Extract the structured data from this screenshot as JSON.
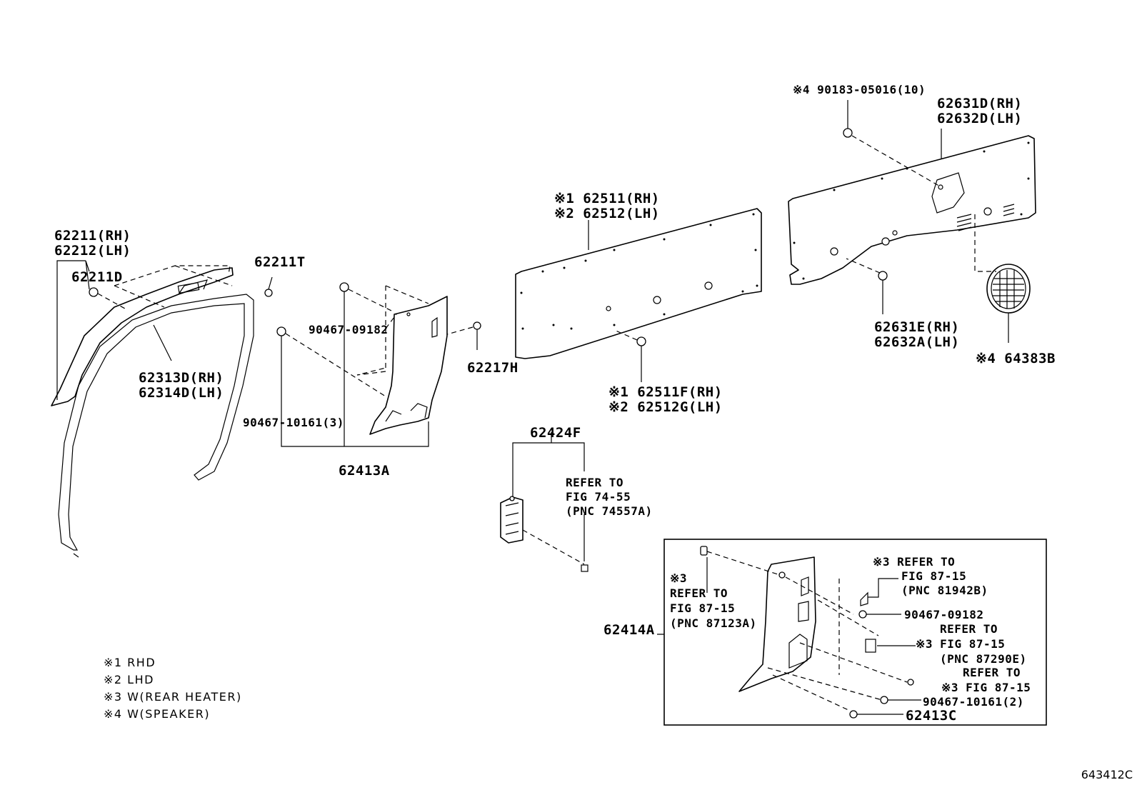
{
  "labels": {
    "p62211": [
      "62211(RH)",
      "62212(LH)"
    ],
    "p62211D": "62211D",
    "p62211T": "62211T",
    "p62313D": [
      "62313D(RH)",
      "62314D(LH)"
    ],
    "p90467_09182": "90467-09182",
    "p90467_10161_3": "90467-10161(3)",
    "p62413A": "62413A",
    "p62217H": "62217H",
    "p62511": [
      "※1 62511(RH)",
      "※2 62512(LH)"
    ],
    "p62511F": [
      "※1 62511F(RH)",
      "※2 62512G(LH)"
    ],
    "p90183": "※4 90183-05016(10)",
    "p62631D": [
      "62631D(RH)",
      "62632D(LH)"
    ],
    "p62631E": [
      "62631E(RH)",
      "62632A(LH)"
    ],
    "p64383B": "※4 64383B",
    "p62424F": "62424F",
    "refer_74_55": [
      "REFER TO",
      "FIG 74-55",
      "(PNC 74557A)"
    ],
    "inset": {
      "p62414A": "62414A",
      "refer_87123A": [
        "※3",
        "REFER TO",
        "FIG 87-15",
        "(PNC 87123A)"
      ],
      "refer_81942B": [
        "※3 REFER TO",
        "FIG 87-15",
        "(PNC 81942B)"
      ],
      "p90467_09182": "90467-09182",
      "refer_87290E": [
        "REFER TO",
        "※3 FIG 87-15",
        "(PNC 87290E)"
      ],
      "refer_87_15": [
        "REFER TO",
        "※3 FIG 87-15"
      ],
      "p90467_10161_2": "90467-10161(2)",
      "p62413C": "62413C"
    }
  },
  "legend": [
    "※1  RHD",
    "※2  LHD",
    "※3  W(REAR  HEATER)",
    "※4  W(SPEAKER)"
  ],
  "figure_id": "643412C"
}
